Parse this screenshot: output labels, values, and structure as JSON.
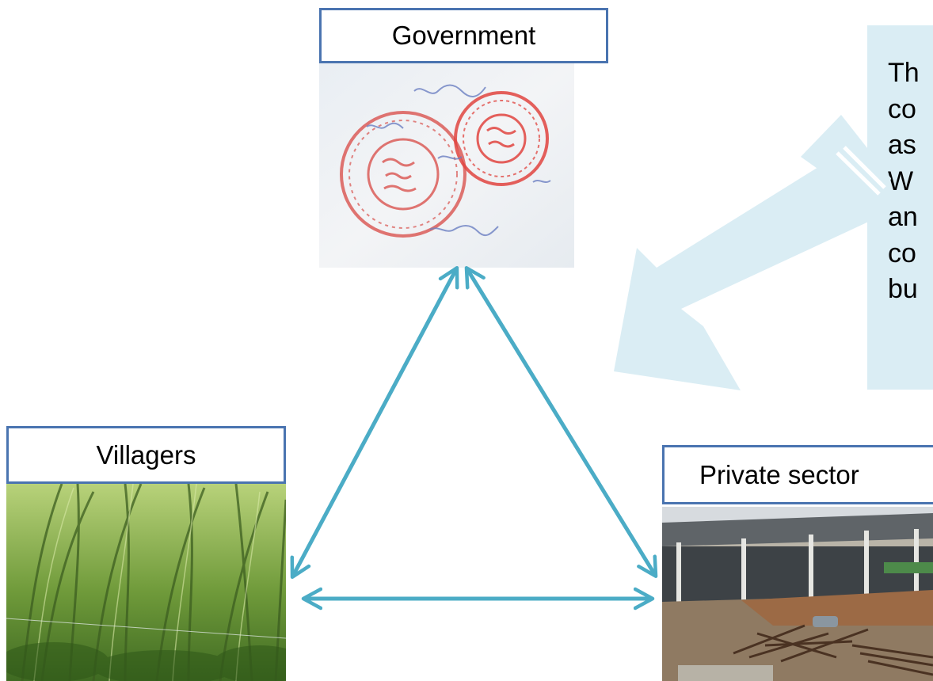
{
  "nodes": {
    "government": {
      "label": "Government"
    },
    "villagers": {
      "label": "Villagers"
    },
    "private_sector": {
      "label": "Private sector"
    }
  },
  "note": {
    "lines": [
      "Th",
      "co",
      "as",
      "W",
      "an",
      "co",
      "bu"
    ]
  },
  "colors": {
    "arrow": "#4bacc6",
    "label_border": "#4a74b0",
    "note_background": "#daedf4",
    "callout_arrow": "#daedf4"
  }
}
